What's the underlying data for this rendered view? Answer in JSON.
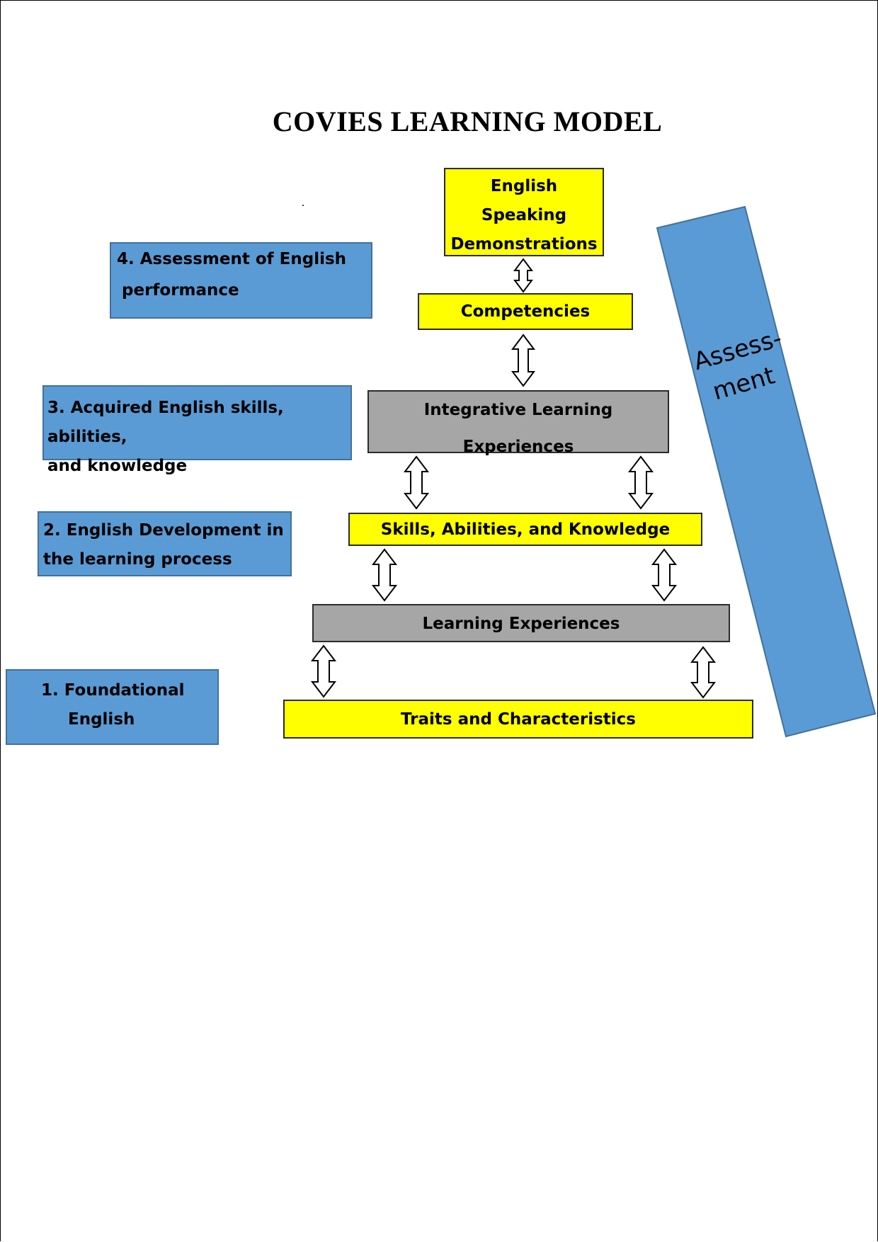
{
  "title": "COVIES LEARNING MODEL",
  "levels": {
    "demonstrations": "English Speaking Demonstrations",
    "competencies": "Competencies",
    "integrative": "Integrative Learning Experiences",
    "skills": "Skills, Abilities, and Knowledge",
    "learning": "Learning Experiences",
    "traits": "Traits and Characteristics"
  },
  "stages": {
    "s4": {
      "line1": "4. Assessment of English",
      "line2": "performance"
    },
    "s3": {
      "line1": "3. Acquired English skills, abilities,",
      "line2": "and knowledge"
    },
    "s2": {
      "line1": "2. English Development in",
      "line2": "the learning process"
    },
    "s1": {
      "line1": "1. Foundational",
      "line2": "English"
    }
  },
  "assessment": {
    "line1": "Assess-",
    "line2": "ment"
  },
  "colors": {
    "yellow": "#ffff00",
    "gray": "#a6a6a6",
    "blue": "#5b9bd5"
  }
}
